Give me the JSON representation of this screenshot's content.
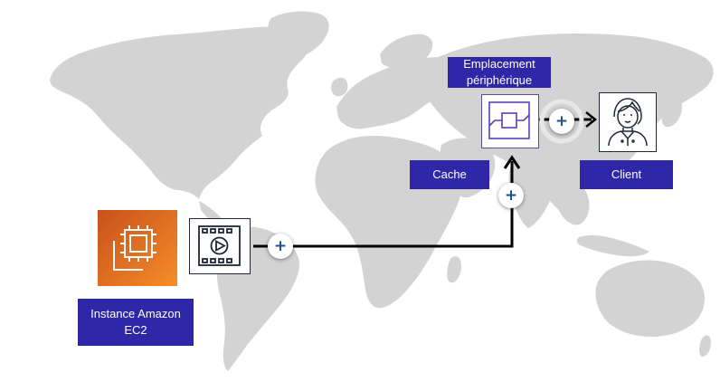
{
  "labels": {
    "ec2": "Instance Amazon EC2",
    "cache": "Cache",
    "edge": "Emplacement périphérique",
    "client": "Client"
  },
  "buttons": {
    "plus": "+"
  },
  "colors": {
    "label_bg": "#2e27a8",
    "ec2_orange": "#ed7100",
    "map_gray": "#d3d3d3",
    "plus_color": "#1f4f8a"
  },
  "icons": [
    "ec2-chip-icon",
    "video-file-icon",
    "edge-location-cache-icon",
    "client-person-icon"
  ]
}
